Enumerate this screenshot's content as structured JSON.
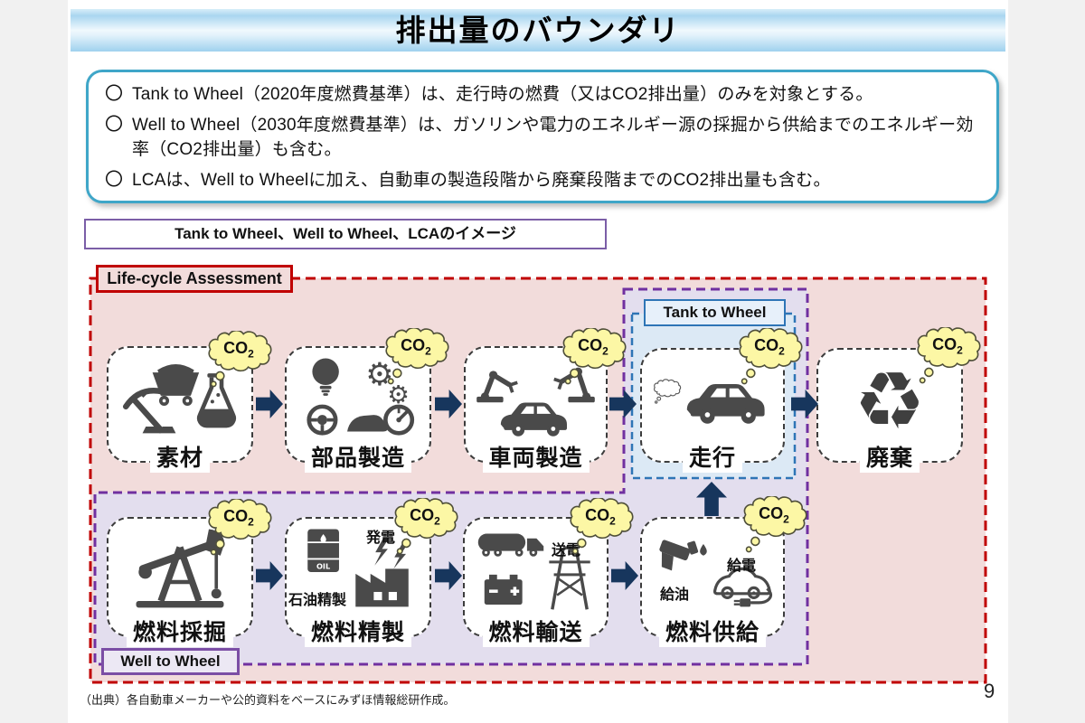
{
  "page": {
    "title": "排出量のバウンダリ",
    "page_number": "9",
    "source": "（出典）各自動車メーカーや公的資料をベースにみずほ情報総研作成。"
  },
  "summary": {
    "marker": "〇",
    "items": [
      "Tank to Wheel（2020年度燃費基準）は、走行時の燃費（又はCO2排出量）のみを対象とする。",
      "Well to Wheel（2030年度燃費基準）は、ガソリンや電力のエネルギー源の採掘から供給までのエネルギー効率（CO2排出量）も含む。",
      "LCAは、Well to Wheelに加え、自動車の製造段階から廃棄段階までのCO2排出量も含む。"
    ]
  },
  "caption": "Tank to Wheel、Well to Wheel、LCAのイメージ",
  "diagram": {
    "lca_label": "Life-cycle Assessment",
    "ttw_label": "Tank to Wheel",
    "wtw_label": "Well to Wheel",
    "co2": {
      "base": "CO",
      "sub": "2"
    },
    "stages_top": [
      {
        "label": "素材"
      },
      {
        "label": "部品製造"
      },
      {
        "label": "車両製造"
      },
      {
        "label": "走行"
      },
      {
        "label": "廃棄"
      }
    ],
    "stages_bottom": [
      {
        "label": "燃料採掘"
      },
      {
        "label": "燃料精製",
        "tag_left": "石油精製",
        "tag_right": "発電"
      },
      {
        "label": "燃料輸送",
        "tag_right": "送電"
      },
      {
        "label": "燃料供給",
        "tag_left": "給油",
        "tag_right": "給電"
      }
    ],
    "glyphs": {
      "gear": "⚙",
      "recycle": "♻",
      "oil": "OIL"
    },
    "colors": {
      "lca_red": "#c00000",
      "wtw_purple": "#7030a0",
      "ttw_blue": "#2e75b6",
      "pink_fill": "#f2dcdb",
      "lavender_fill": "#e3deee",
      "lightblue_fill": "#dce9f5",
      "arrow_navy": "#17365d",
      "cloud_yellow": "#fcf7a5"
    }
  }
}
